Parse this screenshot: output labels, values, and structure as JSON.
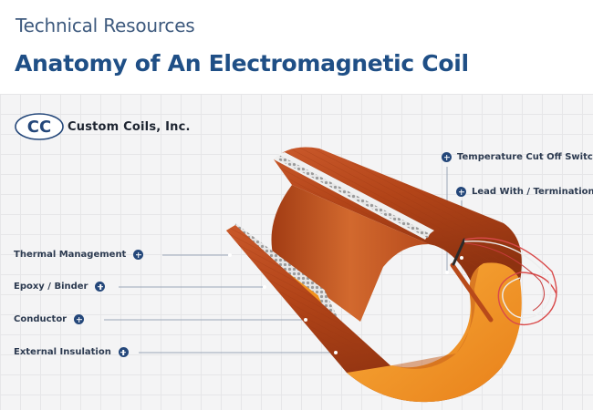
{
  "header": {
    "eyebrow": "Technical Resources",
    "title": "Anatomy of An Electromagnetic Coil"
  },
  "logo": {
    "mark": "CC",
    "company": "Custom Coils, Inc."
  },
  "callouts": {
    "thermal": "Thermal Management",
    "epoxy": "Epoxy / Binder",
    "conductor": "Conductor",
    "insulation": "External Insulation",
    "tco": "Temperature Cut Off Switch",
    "lead": "Lead With / Termination"
  },
  "colors": {
    "title": "#1f4f86",
    "eyebrow": "#3e5a7e",
    "accent": "#24477a",
    "copper": "#b6491e",
    "insulation_orange": "#f2921c",
    "grid_bg": "#f4f4f5"
  }
}
